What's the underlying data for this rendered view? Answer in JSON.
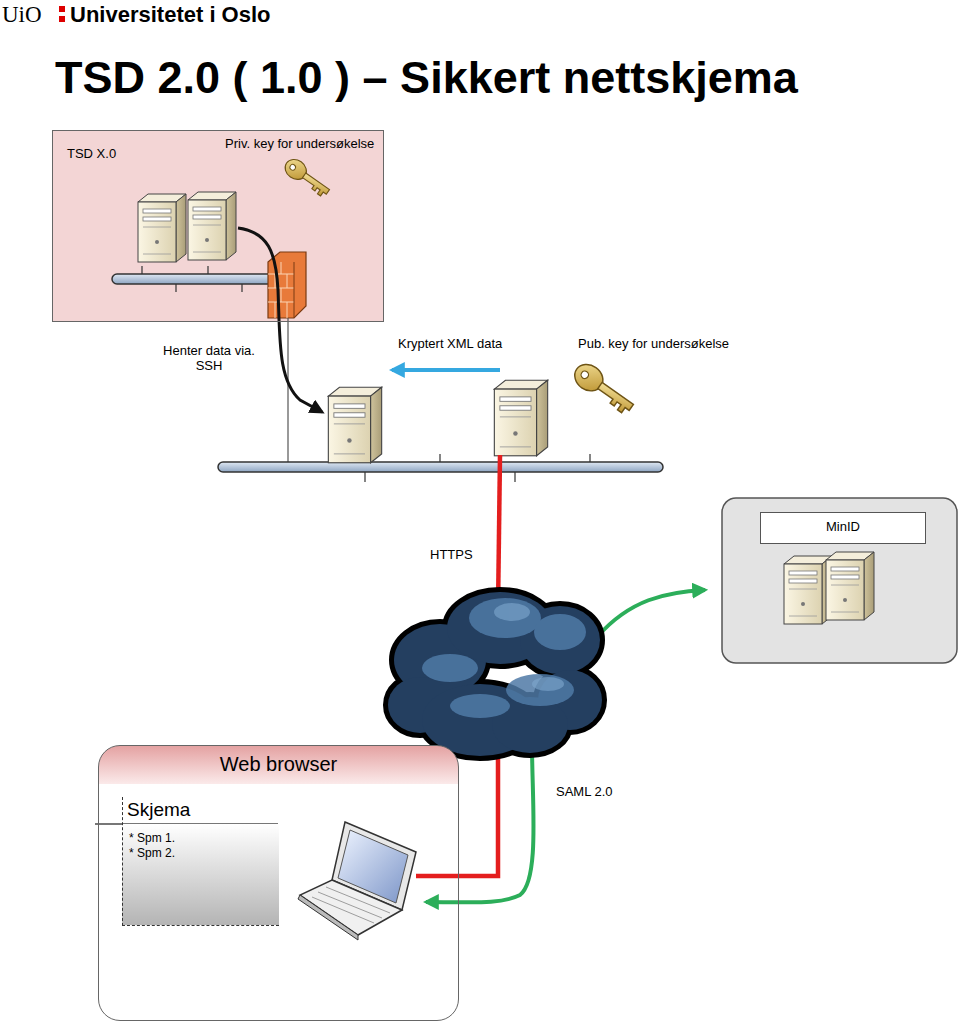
{
  "diagram": {
    "title": "TSD 2.0 ( 1.0 ) – Sikkert nettskjema",
    "nodes": [
      {
        "text": [
          "TSD X.0",
          "Priv. key for undersøkelse"
        ]
      },
      {
        "text": [
          "MinID"
        ]
      },
      {
        "text": [
          "Web browser"
        ]
      },
      {
        "text": [
          "Skjema",
          "* Spm 1.",
          "* Spm 2."
        ],
        "in": 2
      }
    ],
    "labels": [
      "UiO",
      "Universitetet i Oslo",
      "Henter data via. SSH",
      "Kryptert XML data",
      "Pub. key for undersøkelse",
      "HTTPS",
      "SAML 2.0"
    ]
  }
}
